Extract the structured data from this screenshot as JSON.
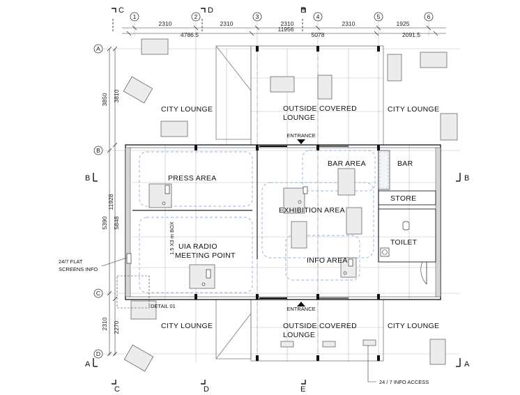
{
  "grid_columns": [
    "1",
    "2",
    "3",
    "4",
    "5",
    "6"
  ],
  "grid_rows": [
    "A",
    "B",
    "C",
    "D"
  ],
  "sections": {
    "C_top": "C",
    "D_top": "D",
    "E_top": "E",
    "C_bottom": "C",
    "D_bottom": "D",
    "E_bottom": "E",
    "B_left": "B",
    "B_right": "B",
    "A_left": "A",
    "A_right": "A"
  },
  "dims_top": {
    "bay1": "2310",
    "bay2": "2310",
    "bay3": "2310",
    "bay4": "2310",
    "bay5": "1925",
    "total": "11956",
    "left_part": "4786.5",
    "mid_part": "5078",
    "right_part": "2091.5"
  },
  "dims_left": {
    "outer_a": "3850",
    "inner_a": "3810",
    "outer_b": "5390",
    "inner_b": "5848",
    "total": "11928",
    "outer_c": "2310",
    "inner_c": "2270"
  },
  "areas": {
    "city_lounge_nw": "CITY  LOUNGE",
    "outside_covered_top_1": "OUTSIDE  COVERED",
    "outside_covered_top_2": "LOUNGE",
    "city_lounge_ne": "CITY  LOUNGE",
    "entrance_top": "ENTRANCE",
    "press": "PRESS  AREA",
    "bar_area": "BAR  AREA",
    "bar": "BAR",
    "store": "STORE",
    "exhibition": "EXHIBITION  AREA",
    "toilet": "TOILET",
    "box": "1.5 X3 m BOX",
    "uia_1": "UIA  RADIO",
    "uia_2": "MEETING  POINT",
    "info": "INFO  AREA",
    "entrance_bottom": "ENTRANCE",
    "detail": "DETAIL  01",
    "city_lounge_sw": "CITY  LOUNGE",
    "outside_covered_bot_1": "OUTSIDE  COVERED",
    "outside_covered_bot_2": "LOUNGE",
    "city_lounge_se": "CITY  LOUNGE",
    "flat_screens_1": "24/7  FLAT",
    "flat_screens_2": "SCREENS  INFO",
    "info_access": "24 / 7  INFO  ACCESS"
  }
}
